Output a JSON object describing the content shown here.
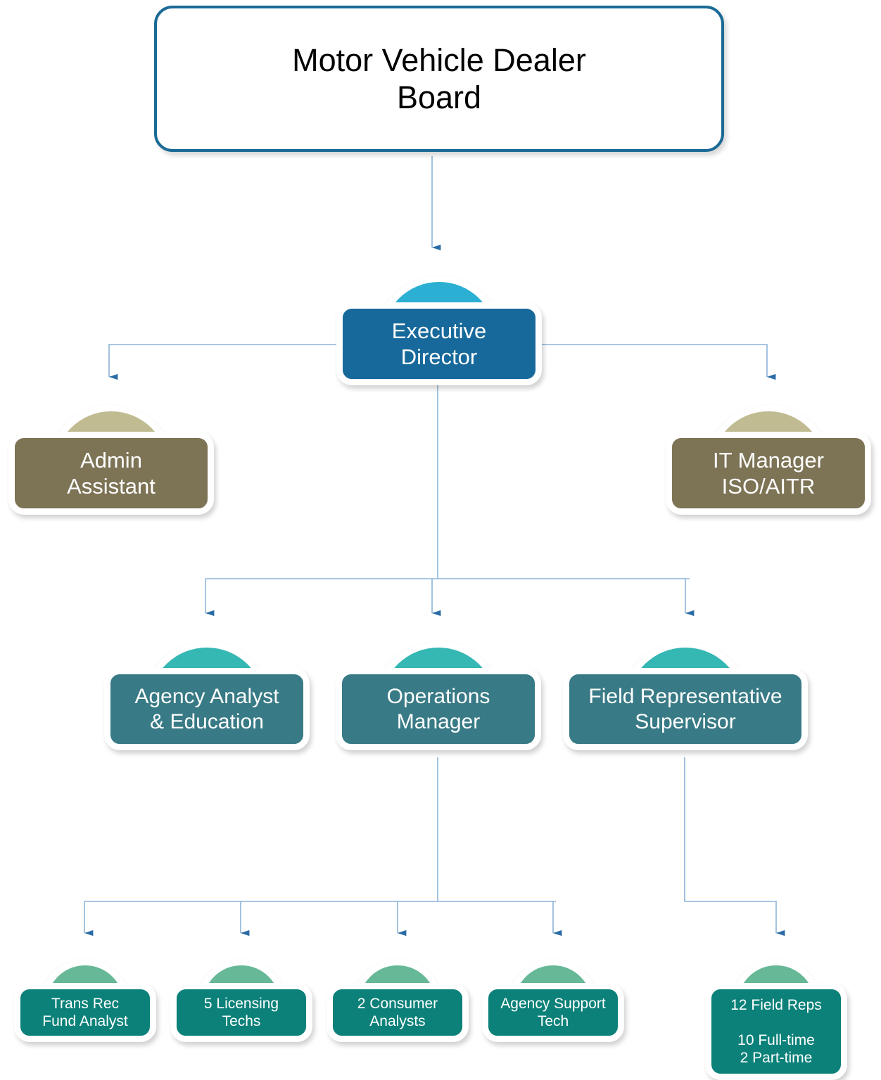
{
  "chart_data": {
    "type": "diagram",
    "title": "Motor Vehicle Dealer Board Organizational Chart",
    "diagram_kind": "org-chart",
    "colors": {
      "root_border": "#1b6a96",
      "root_fill": "#ffffff",
      "root_text": "#000000",
      "exec_fill": "#17699b",
      "exec_dome": "#2bafd2",
      "staff_fill": "#7d7355",
      "staff_dome": "#c0bb91",
      "manager_fill": "#387a85",
      "manager_dome": "#35b7b3",
      "team_fill": "#0b8179",
      "team_dome": "#66b896",
      "connector_line": "#8cb4d8",
      "connector_arrow": "#2a6ca5",
      "node_outline": "#ffffff",
      "background": "#ffffff"
    },
    "nodes": [
      {
        "id": "board",
        "label": "Motor Vehicle Dealer\nBoard",
        "tier": 0,
        "style": "root"
      },
      {
        "id": "exec",
        "label": "Executive\nDirector",
        "tier": 1,
        "style": "exec"
      },
      {
        "id": "admin",
        "label": "Admin\nAssistant",
        "tier": 2,
        "style": "staff"
      },
      {
        "id": "it",
        "label": "IT Manager\nISO/AITR",
        "tier": 2,
        "style": "staff"
      },
      {
        "id": "agency",
        "label": "Agency Analyst\n& Education",
        "tier": 3,
        "style": "manager"
      },
      {
        "id": "ops",
        "label": "Operations\nManager",
        "tier": 3,
        "style": "manager"
      },
      {
        "id": "field",
        "label": "Field Representative\nSupervisor",
        "tier": 3,
        "style": "manager"
      },
      {
        "id": "trans",
        "label": "Trans Rec\nFund Analyst",
        "tier": 4,
        "style": "team"
      },
      {
        "id": "lic",
        "label": "5 Licensing\nTechs",
        "tier": 4,
        "style": "team"
      },
      {
        "id": "cons",
        "label": "2 Consumer\nAnalysts",
        "tier": 4,
        "style": "team"
      },
      {
        "id": "support",
        "label": "Agency Support\nTech",
        "tier": 4,
        "style": "team"
      },
      {
        "id": "reps",
        "label": "12 Field Reps\n\n10 Full-time\n2 Part-time",
        "tier": 4,
        "style": "team"
      }
    ],
    "edges": [
      {
        "from": "board",
        "to": "exec"
      },
      {
        "from": "exec",
        "to": "admin"
      },
      {
        "from": "exec",
        "to": "it"
      },
      {
        "from": "exec",
        "to": "agency"
      },
      {
        "from": "exec",
        "to": "ops"
      },
      {
        "from": "exec",
        "to": "field"
      },
      {
        "from": "ops",
        "to": "trans"
      },
      {
        "from": "ops",
        "to": "lic"
      },
      {
        "from": "ops",
        "to": "cons"
      },
      {
        "from": "ops",
        "to": "support"
      },
      {
        "from": "field",
        "to": "reps"
      }
    ]
  },
  "root": {
    "label": "Motor Vehicle Dealer\nBoard"
  },
  "executive": {
    "label": "Executive\nDirector"
  },
  "staff": {
    "admin_assistant": "Admin\nAssistant",
    "it_manager": "IT Manager\nISO/AITR"
  },
  "managers": {
    "agency_analyst": "Agency Analyst\n& Education",
    "operations_manager": "Operations\nManager",
    "field_rep_supervisor": "Field Representative\nSupervisor"
  },
  "teams": {
    "trans_rec_fund_analyst": "Trans Rec\nFund Analyst",
    "licensing_techs": "5 Licensing\nTechs",
    "consumer_analysts": "2 Consumer\nAnalysts",
    "agency_support_tech": "Agency Support\nTech",
    "field_reps": "12 Field Reps\n\n10 Full-time\n2 Part-time"
  }
}
